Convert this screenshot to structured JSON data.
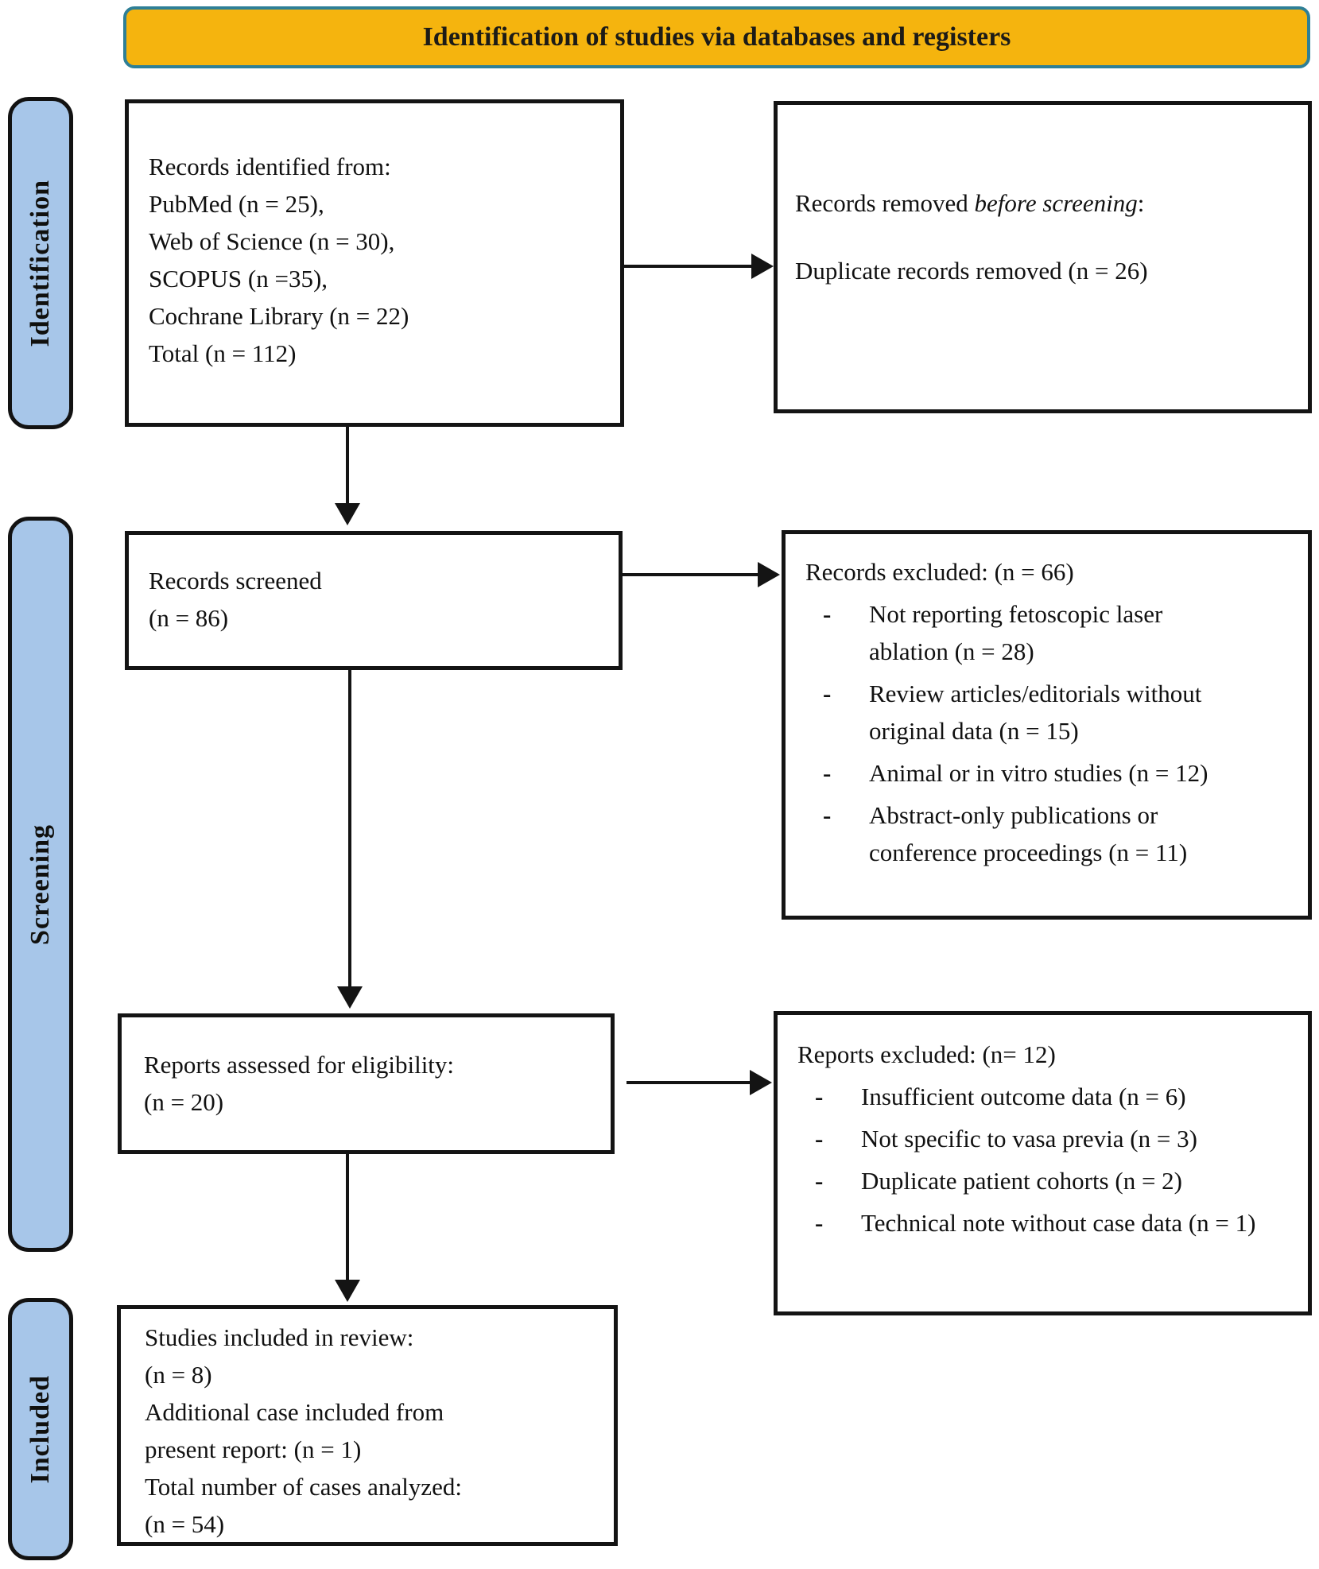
{
  "banner": {
    "title": "Identification of studies via databases and registers",
    "bg_color": "#F5B40E",
    "border_color": "#2E7F96"
  },
  "sidebar": {
    "bg_color": "#A7C6E9",
    "stages": [
      {
        "label": "Identification"
      },
      {
        "label": "Screening"
      },
      {
        "label": "Included"
      }
    ]
  },
  "glyphs": {
    "dash": "-"
  },
  "boxes": {
    "records_identified": {
      "lines": [
        "Records identified from:",
        "PubMed (n = 25),",
        "Web of Science (n = 30),",
        "SCOPUS (n =35),",
        "Cochrane Library (n = 22)",
        "Total (n = 112)"
      ]
    },
    "records_removed": {
      "prefix": "Records removed ",
      "italic": "before screening",
      "suffix": ":",
      "line2": "Duplicate records removed (n = 26)"
    },
    "records_screened": {
      "lines": [
        "Records screened",
        "(n = 86)"
      ]
    },
    "records_excluded": {
      "title": "Records excluded: (n = 66)",
      "items": [
        "Not reporting fetoscopic laser ablation (n = 28)",
        "Review articles/editorials without original data (n = 15)",
        "Animal or in vitro studies (n = 12)",
        "Abstract-only publications or conference proceedings (n = 11)"
      ]
    },
    "reports_assessed": {
      "lines": [
        "Reports assessed for eligibility:",
        "(n = 20)"
      ]
    },
    "reports_excluded": {
      "title": "Reports excluded: (n= 12)",
      "items": [
        "Insufficient outcome data (n = 6)",
        "Not specific to vasa previa (n = 3)",
        "Duplicate patient cohorts (n = 2)",
        "Technical note without case data (n = 1)"
      ]
    },
    "studies_included": {
      "lines": [
        "Studies included in review:",
        "(n = 8)",
        "Additional case included from",
        "present report: (n = 1)",
        "Total number of cases analyzed:",
        "(n = 54)"
      ]
    }
  }
}
